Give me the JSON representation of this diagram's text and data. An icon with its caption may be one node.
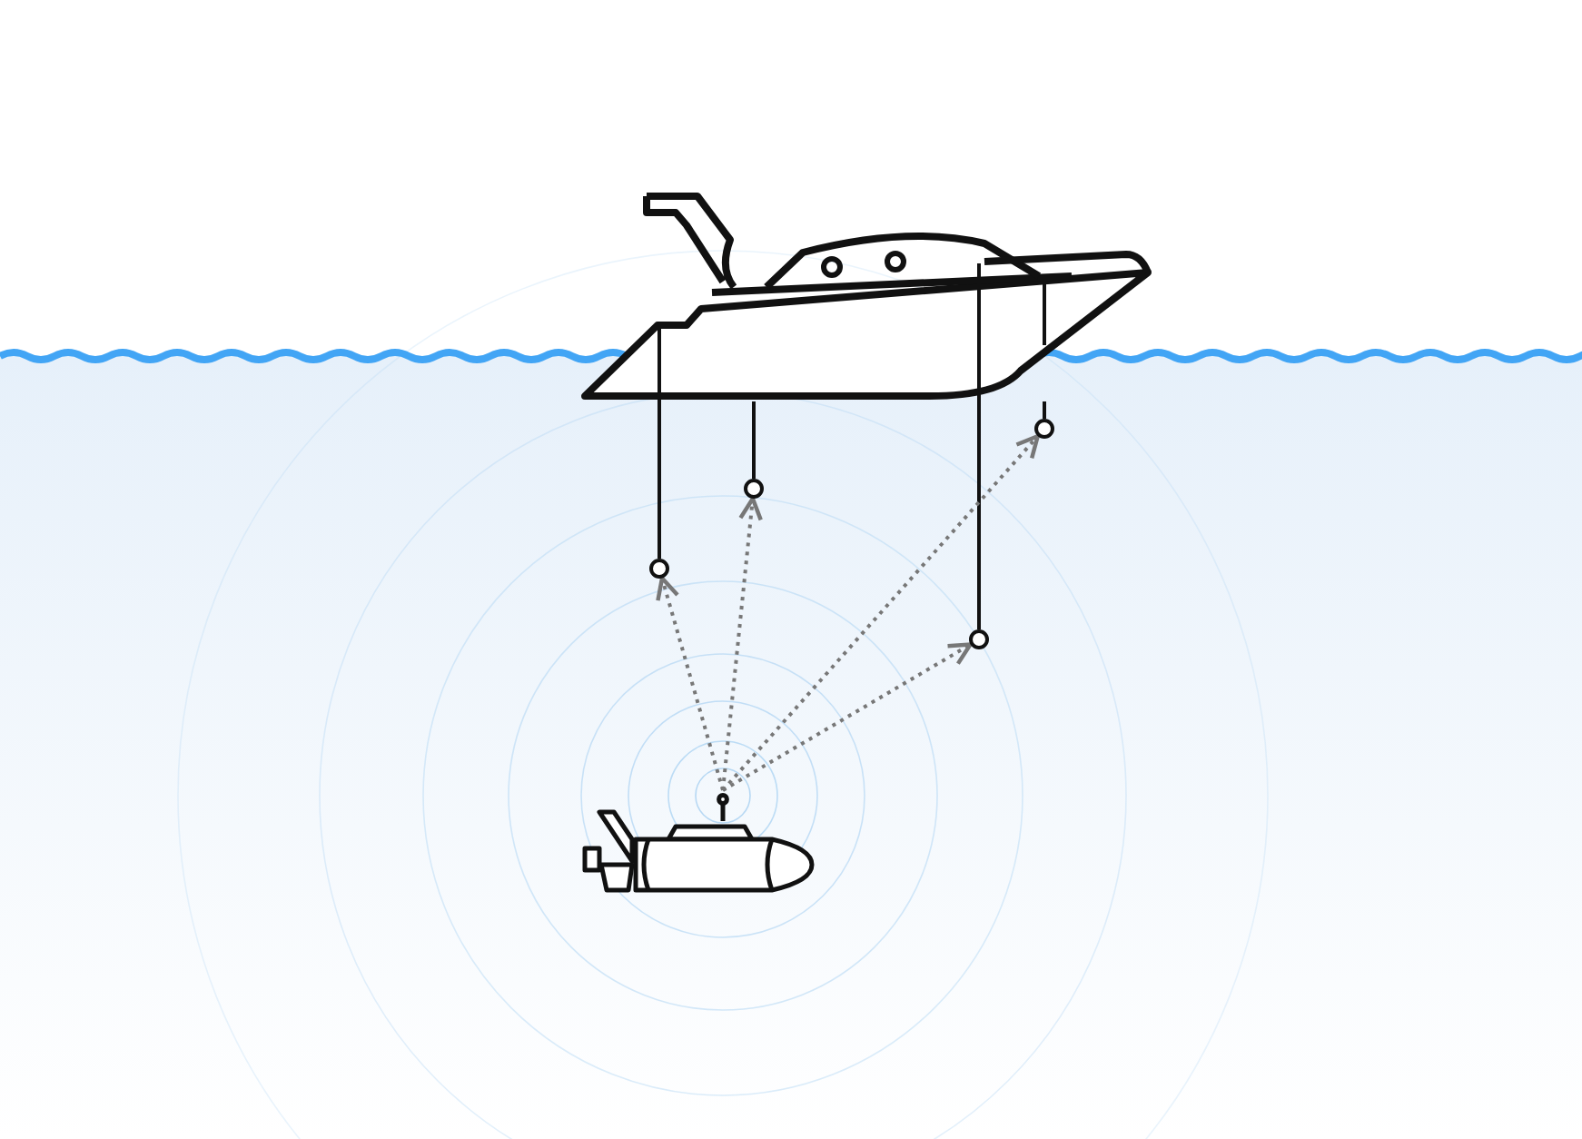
{
  "diagram": {
    "nodes": [
      {
        "text": [],
        "shape": "picture"
      },
      {
        "text": [],
        "shape": "circle"
      },
      {
        "text": [],
        "shape": "circle"
      },
      {
        "text": [],
        "shape": "circle"
      },
      {
        "text": [],
        "shape": "circle"
      },
      {
        "text": [],
        "shape": "picture"
      }
    ],
    "edges": [
      {
        "from": 0,
        "to": 1,
        "arrow": "none"
      },
      {
        "from": 0,
        "to": 2,
        "arrow": "none"
      },
      {
        "from": 0,
        "to": 3,
        "arrow": "none"
      },
      {
        "from": 0,
        "to": 4,
        "arrow": "none"
      },
      {
        "from": 5,
        "to": 1,
        "arrow": "to",
        "style": "dashed",
        "color": "#777777"
      },
      {
        "from": 5,
        "to": 2,
        "arrow": "to",
        "style": "dashed",
        "color": "#777777"
      },
      {
        "from": 5,
        "to": 3,
        "arrow": "to",
        "style": "dashed",
        "color": "#777777"
      },
      {
        "from": 5,
        "to": 4,
        "arrow": "to",
        "style": "dashed",
        "color": "#777777"
      }
    ]
  }
}
